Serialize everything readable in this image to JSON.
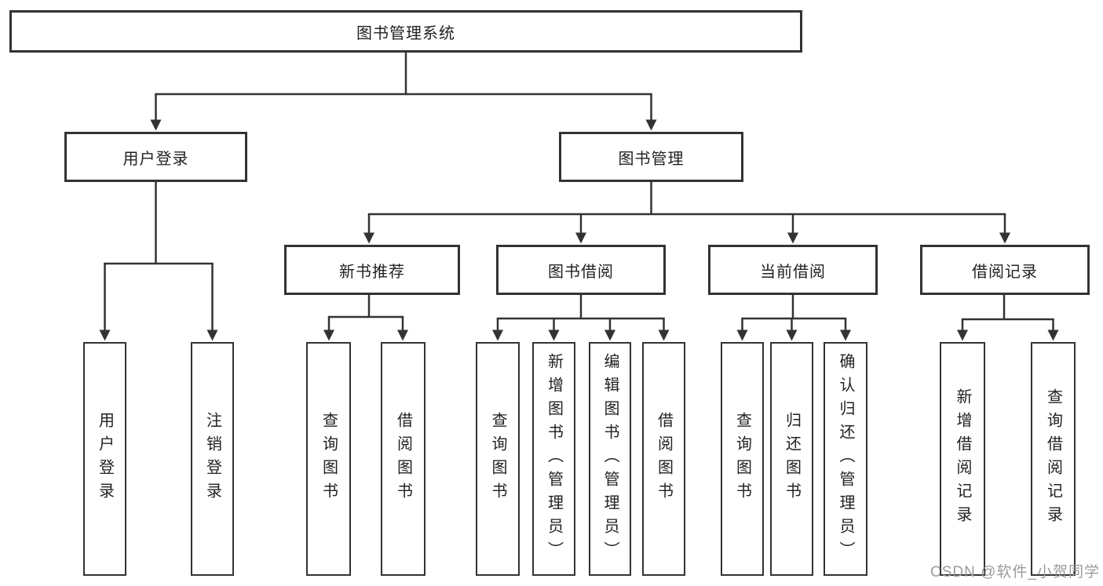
{
  "diagram": {
    "title": "图书管理系统",
    "colors": {
      "line": "#333333",
      "box_border": "#333333",
      "text": "#222222",
      "background": "#ffffff",
      "watermark": "#9b9b9b"
    },
    "watermark": {
      "text": "CSDN @软件_小贺同学"
    },
    "nodes": {
      "root": {
        "label": "图书管理系统"
      },
      "l2": [
        {
          "label": "用户登录"
        },
        {
          "label": "图书管理"
        }
      ],
      "l3": [
        {
          "label": "新书推荐"
        },
        {
          "label": "图书借阅"
        },
        {
          "label": "当前借阅"
        },
        {
          "label": "借阅记录"
        }
      ],
      "leaves": [
        {
          "label": "用户登录",
          "parent": "用户登录"
        },
        {
          "label": "注销登录",
          "parent": "用户登录"
        },
        {
          "label": "查询图书",
          "parent": "新书推荐"
        },
        {
          "label": "借阅图书",
          "parent": "新书推荐"
        },
        {
          "label": "查询图书",
          "parent": "图书借阅"
        },
        {
          "label": "新增图书（管理员）",
          "parent": "图书借阅"
        },
        {
          "label": "编辑图书（管理员）",
          "parent": "图书借阅"
        },
        {
          "label": "借阅图书",
          "parent": "图书借阅"
        },
        {
          "label": "查询图书",
          "parent": "当前借阅"
        },
        {
          "label": "归还图书",
          "parent": "当前借阅"
        },
        {
          "label": "确认归还（管理员）",
          "parent": "当前借阅"
        },
        {
          "label": "新增借阅记录",
          "parent": "借阅记录"
        },
        {
          "label": "查询借阅记录",
          "parent": "借阅记录"
        }
      ]
    },
    "structure": {
      "图书管理系统": [
        "用户登录",
        "图书管理"
      ],
      "用户登录": [
        "用户登录",
        "注销登录"
      ],
      "图书管理": [
        "新书推荐",
        "图书借阅",
        "当前借阅",
        "借阅记录"
      ],
      "新书推荐": [
        "查询图书",
        "借阅图书"
      ],
      "图书借阅": [
        "查询图书",
        "新增图书（管理员）",
        "编辑图书（管理员）",
        "借阅图书"
      ],
      "当前借阅": [
        "查询图书",
        "归还图书",
        "确认归还（管理员）"
      ],
      "借阅记录": [
        "新增借阅记录",
        "查询借阅记录"
      ]
    }
  }
}
